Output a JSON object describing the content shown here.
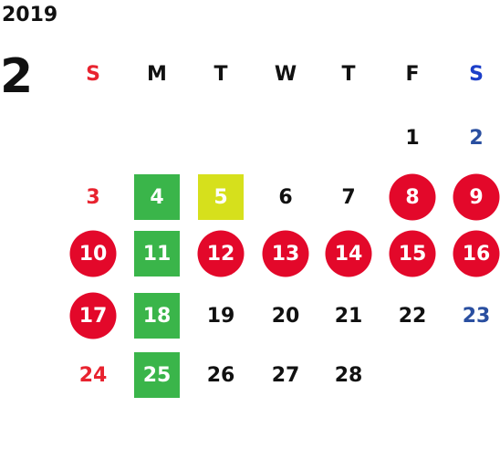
{
  "calendar": {
    "year": "2019",
    "month": "2",
    "weekdays": [
      {
        "label": "S",
        "color": "#e8232f"
      },
      {
        "label": "M",
        "color": "#111111"
      },
      {
        "label": "T",
        "color": "#111111"
      },
      {
        "label": "W",
        "color": "#111111"
      },
      {
        "label": "T",
        "color": "#111111"
      },
      {
        "label": "F",
        "color": "#111111"
      },
      {
        "label": "S",
        "color": "#1c3fc9"
      }
    ],
    "days": [
      {
        "day": "1",
        "col": 5,
        "row": 0,
        "text_color": "#111111",
        "mark": null
      },
      {
        "day": "2",
        "col": 6,
        "row": 0,
        "text_color": "#2a4fa0",
        "mark": null
      },
      {
        "day": "3",
        "col": 0,
        "row": 1,
        "text_color": "#e8232f",
        "mark": null
      },
      {
        "day": "4",
        "col": 1,
        "row": 1,
        "text_color": "#ffffff",
        "mark": {
          "shape": "square",
          "color": "#3ab54a"
        }
      },
      {
        "day": "5",
        "col": 2,
        "row": 1,
        "text_color": "#ffffff",
        "mark": {
          "shape": "square",
          "color": "#d6e01c"
        }
      },
      {
        "day": "6",
        "col": 3,
        "row": 1,
        "text_color": "#111111",
        "mark": null
      },
      {
        "day": "7",
        "col": 4,
        "row": 1,
        "text_color": "#111111",
        "mark": null
      },
      {
        "day": "8",
        "col": 5,
        "row": 1,
        "text_color": "#ffffff",
        "mark": {
          "shape": "circle",
          "color": "#e3082a"
        }
      },
      {
        "day": "9",
        "col": 6,
        "row": 1,
        "text_color": "#ffffff",
        "mark": {
          "shape": "circle",
          "color": "#e3082a"
        }
      },
      {
        "day": "10",
        "col": 0,
        "row": 2,
        "text_color": "#ffffff",
        "mark": {
          "shape": "circle",
          "color": "#e3082a"
        }
      },
      {
        "day": "11",
        "col": 1,
        "row": 2,
        "text_color": "#ffffff",
        "mark": {
          "shape": "square",
          "color": "#3ab54a"
        }
      },
      {
        "day": "12",
        "col": 2,
        "row": 2,
        "text_color": "#ffffff",
        "mark": {
          "shape": "circle",
          "color": "#e3082a"
        }
      },
      {
        "day": "13",
        "col": 3,
        "row": 2,
        "text_color": "#ffffff",
        "mark": {
          "shape": "circle",
          "color": "#e3082a"
        }
      },
      {
        "day": "14",
        "col": 4,
        "row": 2,
        "text_color": "#ffffff",
        "mark": {
          "shape": "circle",
          "color": "#e3082a"
        }
      },
      {
        "day": "15",
        "col": 5,
        "row": 2,
        "text_color": "#ffffff",
        "mark": {
          "shape": "circle",
          "color": "#e3082a"
        }
      },
      {
        "day": "16",
        "col": 6,
        "row": 2,
        "text_color": "#ffffff",
        "mark": {
          "shape": "circle",
          "color": "#e3082a"
        }
      },
      {
        "day": "17",
        "col": 0,
        "row": 3,
        "text_color": "#ffffff",
        "mark": {
          "shape": "circle",
          "color": "#e3082a"
        }
      },
      {
        "day": "18",
        "col": 1,
        "row": 3,
        "text_color": "#ffffff",
        "mark": {
          "shape": "square",
          "color": "#3ab54a"
        }
      },
      {
        "day": "19",
        "col": 2,
        "row": 3,
        "text_color": "#111111",
        "mark": null
      },
      {
        "day": "20",
        "col": 3,
        "row": 3,
        "text_color": "#111111",
        "mark": null
      },
      {
        "day": "21",
        "col": 4,
        "row": 3,
        "text_color": "#111111",
        "mark": null
      },
      {
        "day": "22",
        "col": 5,
        "row": 3,
        "text_color": "#111111",
        "mark": null
      },
      {
        "day": "23",
        "col": 6,
        "row": 3,
        "text_color": "#2a4fa0",
        "mark": null
      },
      {
        "day": "24",
        "col": 0,
        "row": 4,
        "text_color": "#e8232f",
        "mark": null
      },
      {
        "day": "25",
        "col": 1,
        "row": 4,
        "text_color": "#ffffff",
        "mark": {
          "shape": "square",
          "color": "#3ab54a"
        }
      },
      {
        "day": "26",
        "col": 2,
        "row": 4,
        "text_color": "#111111",
        "mark": null
      },
      {
        "day": "27",
        "col": 3,
        "row": 4,
        "text_color": "#111111",
        "mark": null
      },
      {
        "day": "28",
        "col": 4,
        "row": 4,
        "text_color": "#111111",
        "mark": null
      }
    ]
  }
}
